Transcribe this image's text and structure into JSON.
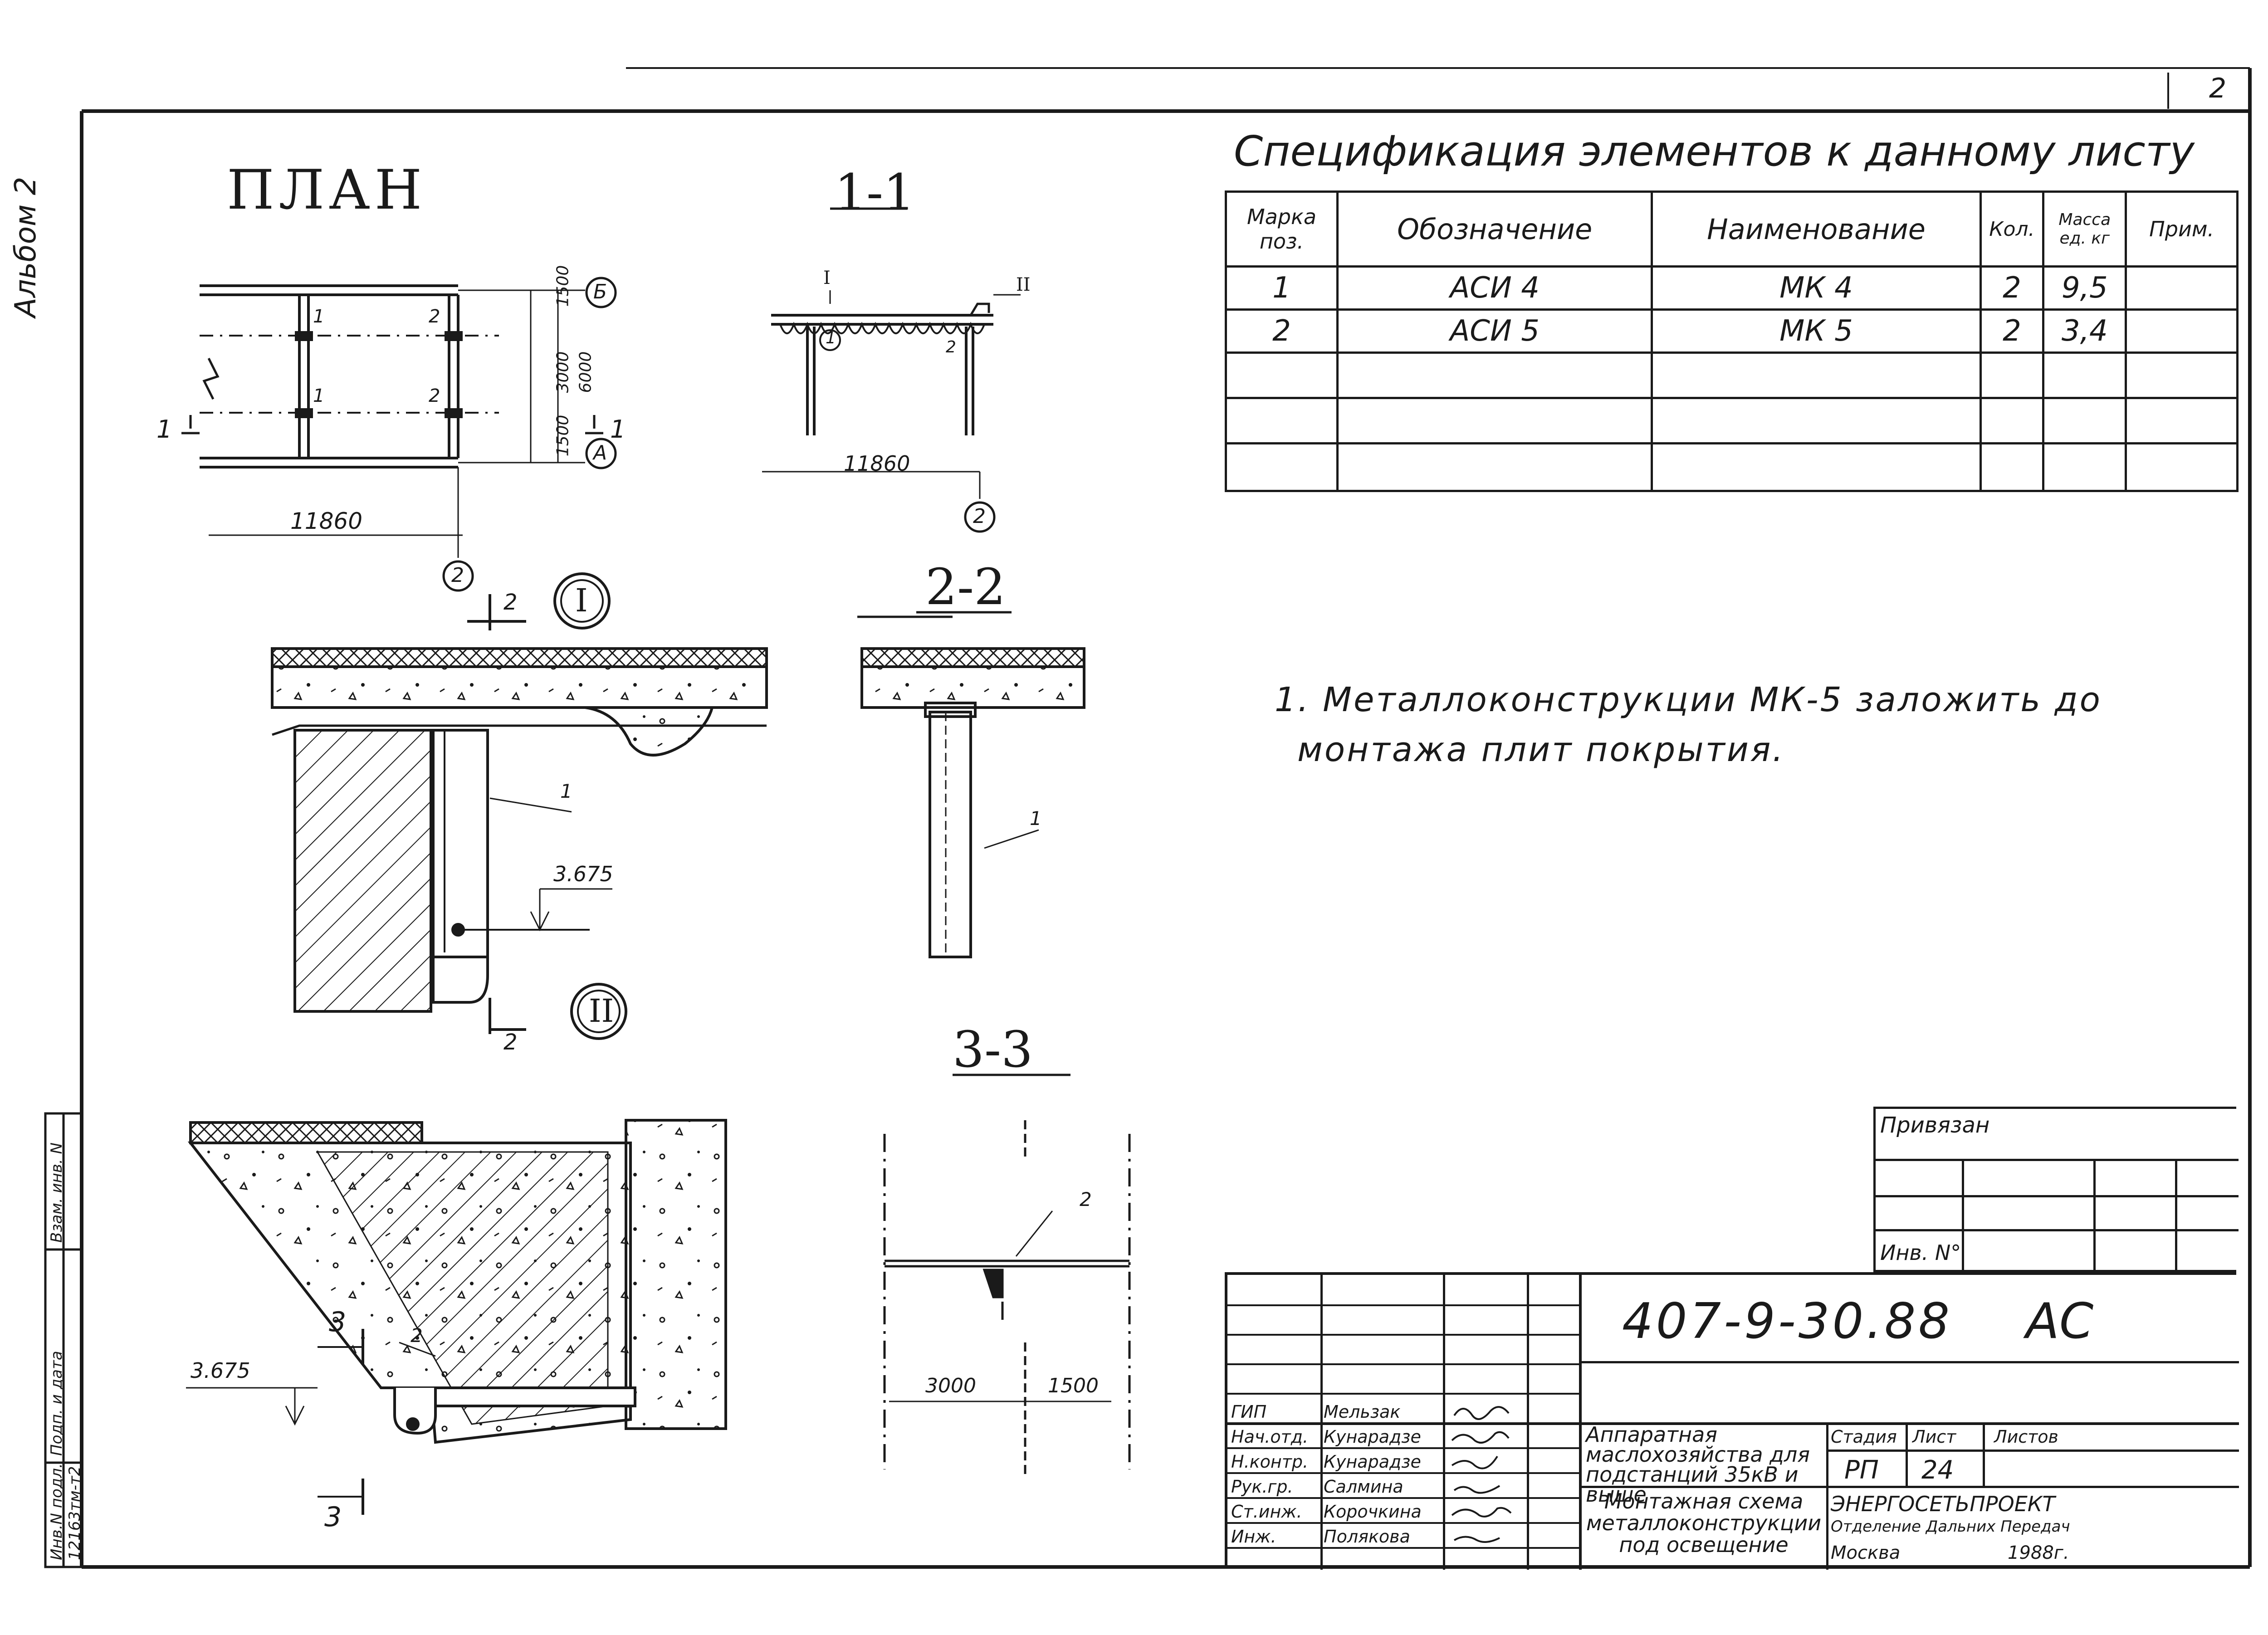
{
  "sheet": {
    "corner_number": "2"
  },
  "left_margin": {
    "album": "Альбом 2",
    "stamp_cells": [
      "Инв.N подл.",
      "Подп. и дата",
      "Взам. инв. N",
      "12163тм-т2"
    ]
  },
  "plan": {
    "title": "ПЛАН",
    "dims": {
      "d1500a": "1500",
      "d3000": "3000",
      "d6000": "6000",
      "d1500b": "1500",
      "d11860": "11860"
    },
    "axes": {
      "b": "Б",
      "a": "А",
      "two": "2"
    },
    "cut_mark": "1",
    "pos1a": "1",
    "pos1b": "1",
    "pos2a": "2",
    "pos2b": "2"
  },
  "section_1_1": {
    "title": "1-1",
    "node_i": "I",
    "node_ii": "II",
    "pos1": "1",
    "pos2": "2",
    "dim": "11860",
    "axis": "2"
  },
  "node_1": {
    "badge": "I",
    "cut_label": "2",
    "pos": "1",
    "level": "3.675"
  },
  "node_2": {
    "badge": "II",
    "cut_label": "2"
  },
  "section_2_2": {
    "title": "2-2",
    "pos": "1"
  },
  "section_3_3": {
    "title": "3-3",
    "pos": "2",
    "dim_a": "3000",
    "dim_b": "1500"
  },
  "node_2_detail": {
    "cut_label": "3",
    "pos": "2",
    "level": "3.675"
  },
  "spec": {
    "title": "Спецификация элементов к данному листу",
    "headers": {
      "mark": "Марка поз.",
      "designation": "Обозначение",
      "name": "Наименование",
      "qty": "Кол.",
      "mass": "Масса ед. кг",
      "note": "Прим."
    },
    "rows": [
      {
        "mark": "1",
        "designation": "АСИ 4",
        "name": "МК 4",
        "qty": "2",
        "mass": "9,5",
        "note": ""
      },
      {
        "mark": "2",
        "designation": "АСИ 5",
        "name": "МК 5",
        "qty": "2",
        "mass": "3,4",
        "note": ""
      }
    ]
  },
  "note": {
    "line1": "1. Металлоконструкции МК-5 заложить до",
    "line2": "монтажа плит покрытия."
  },
  "binding": {
    "title": "Привязан",
    "inv": "Инв. N°"
  },
  "title_block": {
    "code": "407-9-30.88",
    "suffix": "АС",
    "roles": [
      "ГИП",
      "Нач.отд.",
      "Н.контр.",
      "Рук.гр.",
      "Ст.инж.",
      "Инж."
    ],
    "names": [
      "Мельзак",
      "Кунарадзе",
      "Кунарадзе",
      "Салмина",
      "Корочкина",
      "Полякова"
    ],
    "project": "Аппаратная маслохозяйства для подстанций 35кВ и выше",
    "sheet_name": "Монтажная схема металлоконструкции под освещение",
    "stage_label": "Стадия",
    "sheet_label": "Лист",
    "sheets_label": "Листов",
    "stage": "РП",
    "sheet": "24",
    "sheets": "",
    "org1": "ЭНЕРГОСЕТЬПРОЕКТ",
    "org2": "Отделение Дальних Передач",
    "city": "Москва",
    "year": "1988г."
  },
  "colors": {
    "ink": "#1a1a1a",
    "paper": "#ffffff"
  }
}
